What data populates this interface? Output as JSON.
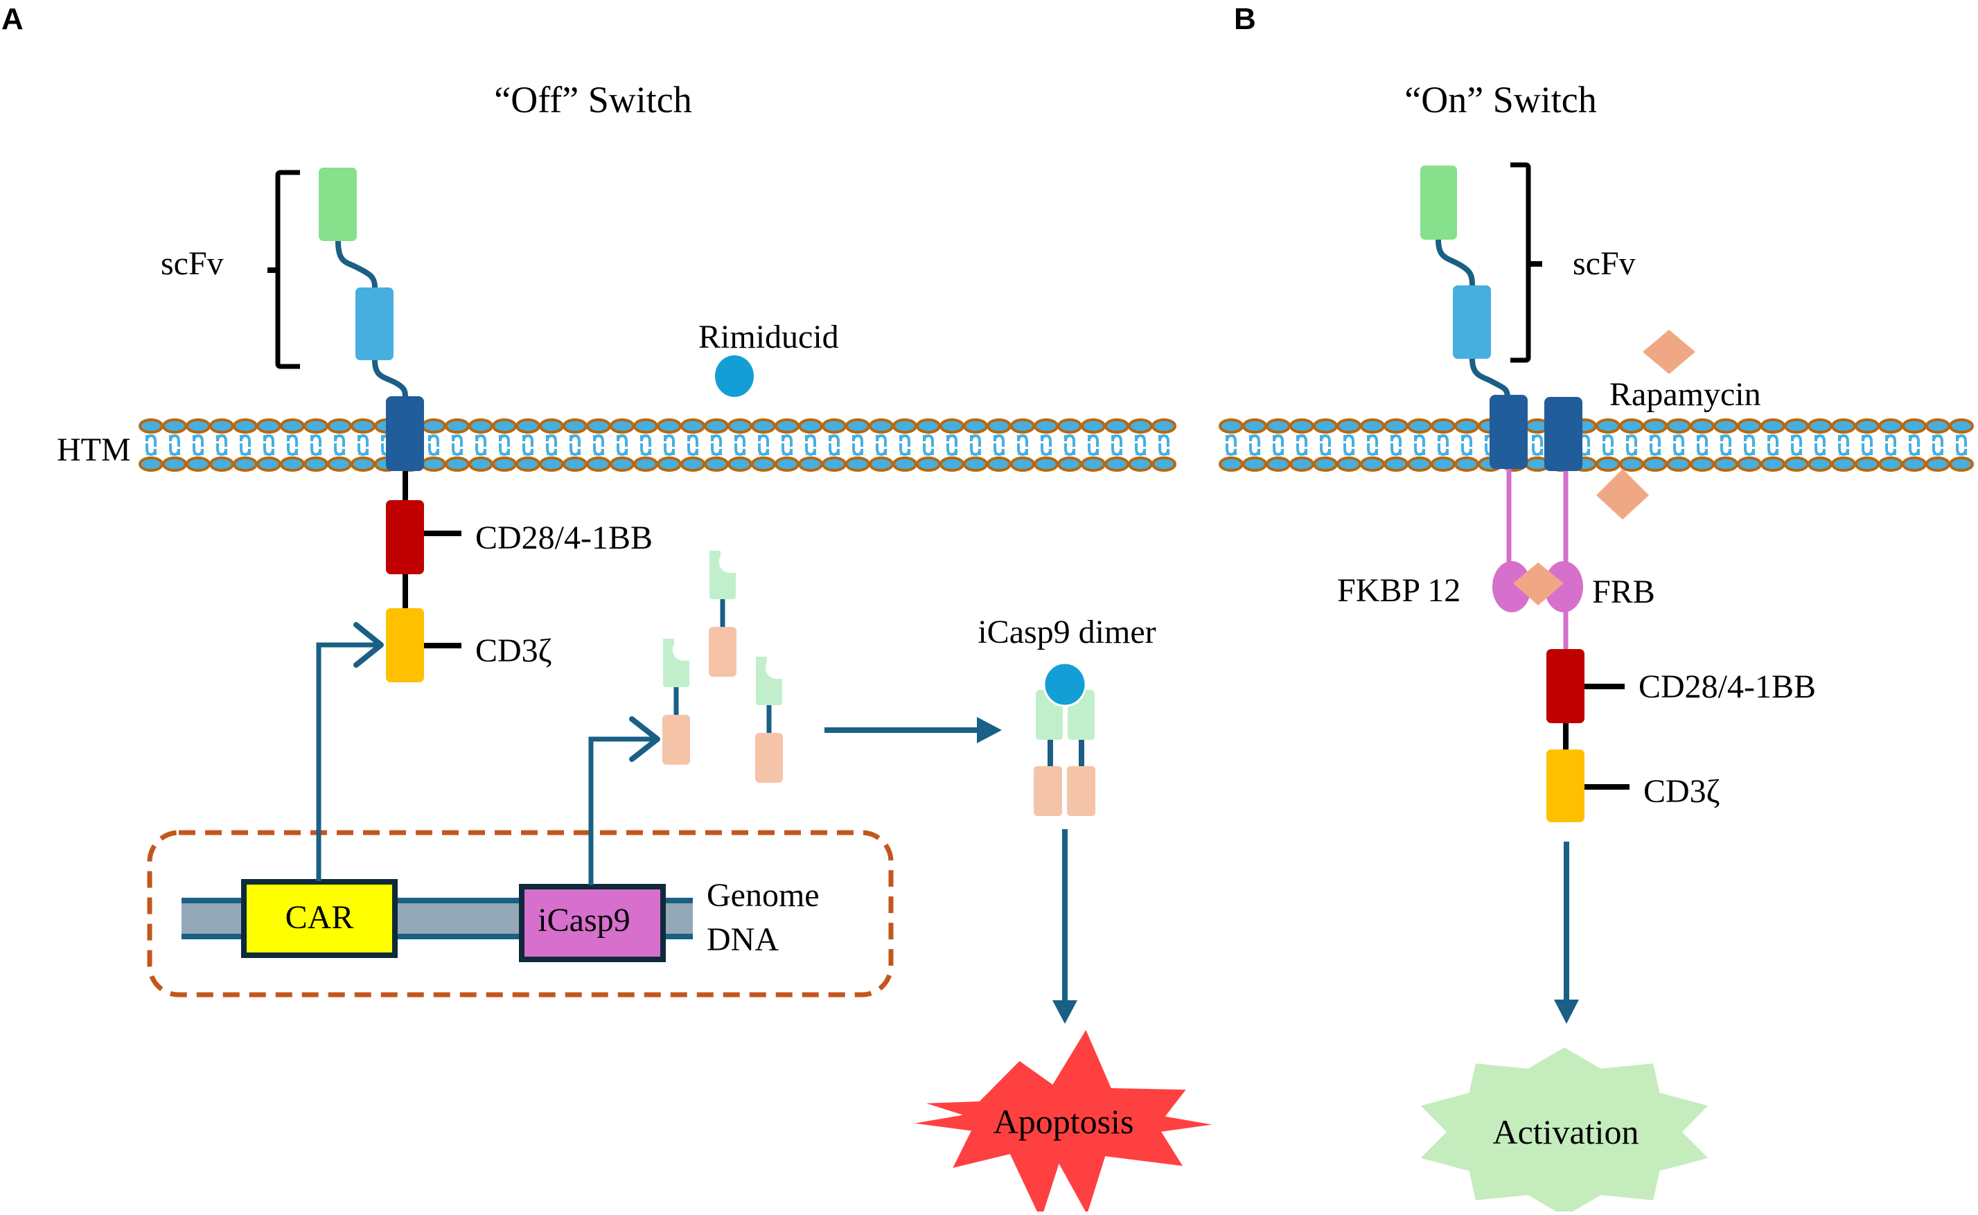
{
  "figure": {
    "panels": [
      {
        "letter": "A",
        "title": "“Off” Switch",
        "labels": {
          "scfv": "scFv",
          "htm": "HTM",
          "drug": "Rimiducid",
          "costim": "CD28/4-1BB",
          "cd3z": "CD3ζ",
          "dimer": "iCasp9 dimer",
          "gene_car": "CAR",
          "gene_icasp9": "iCasp9",
          "genome_line1": "Genome",
          "genome_line2": "DNA",
          "outcome": "Apoptosis"
        }
      },
      {
        "letter": "B",
        "title": "“On” Switch",
        "labels": {
          "scfv": "scFv",
          "drug": "Rapamycin",
          "fkbp": "FKBP 12",
          "frb": "FRB",
          "costim": "CD28/4-1BB",
          "cd3z": "CD3ζ",
          "outcome": "Activation"
        }
      }
    ]
  },
  "colors": {
    "vl_domain": "#86e08c",
    "vh_domain": "#46afe0",
    "tm_domain": "#215d9a",
    "linker": "#1a5f85",
    "costim": "#c00000",
    "cd3z": "#ffc000",
    "lipid_head": "#46afe0",
    "lipid_edge": "#b8680f",
    "rimiducid": "#149ed6",
    "icasp_top": "#c2efcb",
    "icasp_bottom": "#f5c4a8",
    "arrow": "#1a5f85",
    "car_gene": "#ffff00",
    "icasp9_gene": "#d76fcd",
    "genome_box": "#c3561c",
    "apoptosis": "#ff4040",
    "activation": "#c5ecbd",
    "dimerizer_protein": "#d76fcd",
    "rapamycin": "#f0a884"
  }
}
